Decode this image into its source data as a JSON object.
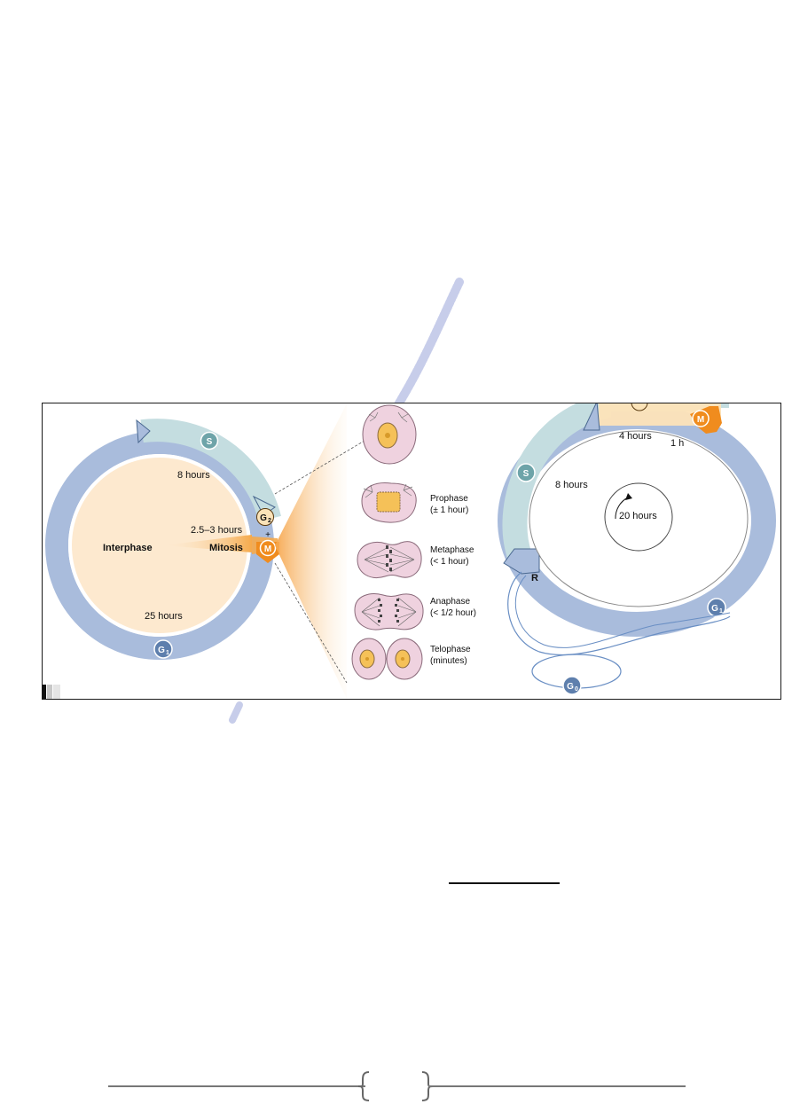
{
  "left_cycle": {
    "s_badge": "S",
    "g2_badge": "G",
    "g2_sub": "2",
    "plus": "+",
    "m_badge": "M",
    "g1_badge": "G",
    "g1_sub": "1",
    "s_duration": "8 hours",
    "g2m_duration": "2.5–3 hours",
    "interphase_label": "Interphase",
    "mitosis_label": "Mitosis",
    "g1_duration": "25 hours"
  },
  "mitosis_stages": [
    {
      "name": "Prophase",
      "duration": "(± 1 hour)"
    },
    {
      "name": "Metaphase",
      "duration": "(< 1 hour)"
    },
    {
      "name": "Anaphase",
      "duration": "(< 1/2 hour)"
    },
    {
      "name": "Telophase",
      "duration": "(minutes)"
    }
  ],
  "right_cycle": {
    "g2_duration": "4 hours",
    "m_duration": "1 h",
    "s_duration": "8 hours",
    "total_label": "20 hours",
    "m_badge": "M",
    "s_badge": "S",
    "r_label": "R",
    "g1_badge": "G",
    "g1_sub": "1",
    "g0_badge": "G",
    "g0_sub": "0"
  },
  "colors": {
    "g1_blue": "#a9bcdc",
    "s_teal": "#c4dde0",
    "interphase_peach": "#fde9cf",
    "mitosis_orange": "#f5a94a",
    "badge_orange": "#f08c1e",
    "badge_blue": "#5e7fad",
    "badge_teal": "#6ea4a9",
    "cell_pink": "#efd2df",
    "watermark": "#c7cdea"
  }
}
